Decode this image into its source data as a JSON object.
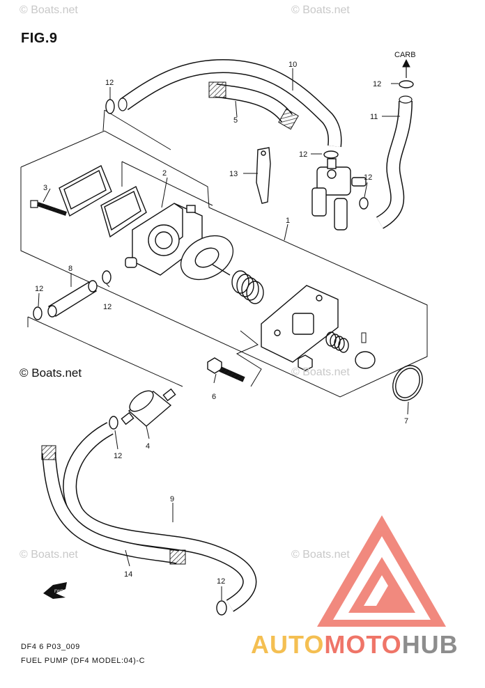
{
  "figure": {
    "title": "FIG.9",
    "code": "DF4 6 P03_009",
    "caption": "FUEL PUMP (DF4 MODEL:04)-C"
  },
  "watermark": {
    "text": "© Boats.net"
  },
  "brand": {
    "part1": "AUTO",
    "part2": "MOTO",
    "part3": "HUB",
    "colors": {
      "auto": "#f4bf52",
      "moto": "#ef7568",
      "hub": "#8d8d8d",
      "logo": "#ef7568"
    }
  },
  "labels": {
    "carb": "CARB",
    "fwd": "FWD",
    "callouts": [
      "1",
      "2",
      "3",
      "4",
      "5",
      "6",
      "7",
      "8",
      "9",
      "10",
      "11",
      "12",
      "13",
      "14"
    ]
  }
}
